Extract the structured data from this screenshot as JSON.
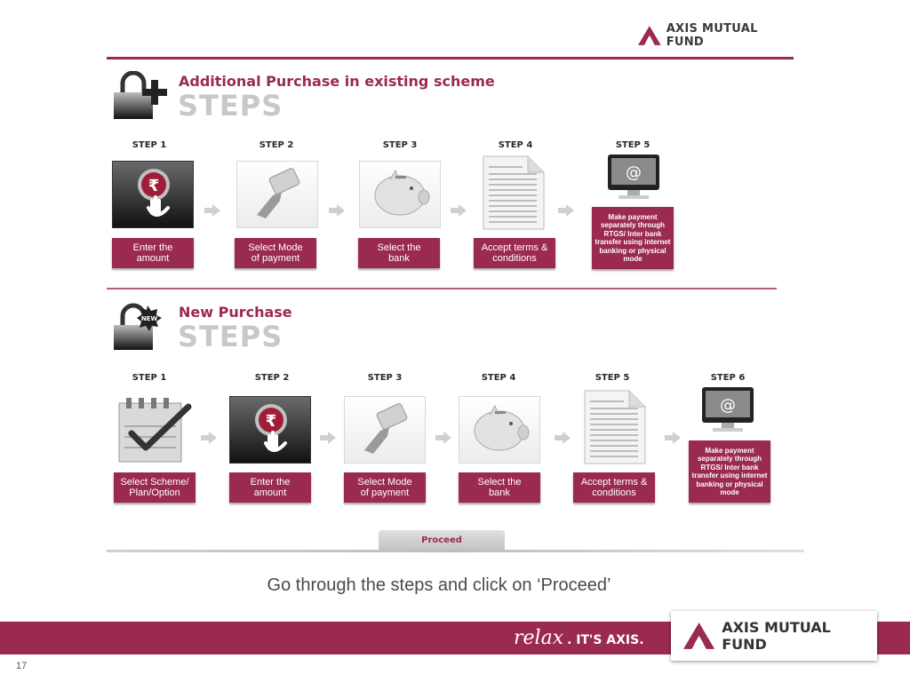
{
  "brand": {
    "name": "AXIS MUTUAL FUND",
    "color": "#9b2a4f",
    "tagline_relax": "relax",
    "tagline_axis": ". IT'S AXIS."
  },
  "section1": {
    "title": "Additional Purchase in existing scheme",
    "steps_word": "STEPS",
    "steps": [
      {
        "label": "STEP 1",
        "caption": "Enter the\namount",
        "icon": "rupee-touch-icon"
      },
      {
        "label": "STEP 2",
        "caption": "Select Mode\nof payment",
        "icon": "card-hand-icon"
      },
      {
        "label": "STEP 3",
        "caption": "Select the\nbank",
        "icon": "piggy-bank-icon"
      },
      {
        "label": "STEP 4",
        "caption": "Accept terms &\nconditions",
        "icon": "document-icon"
      },
      {
        "label": "STEP 5",
        "caption": "Make payment separately through RTGS/ Inter bank transfer using internet banking or physical mode",
        "icon": "monitor-at-icon"
      }
    ]
  },
  "section2": {
    "title": "New Purchase",
    "steps_word": "STEPS",
    "badge": "NEW",
    "steps": [
      {
        "label": "STEP 1",
        "caption": "Select Scheme/\nPlan/Option",
        "icon": "checklist-icon"
      },
      {
        "label": "STEP 2",
        "caption": "Enter the\namount",
        "icon": "rupee-touch-icon"
      },
      {
        "label": "STEP 3",
        "caption": "Select Mode\nof payment",
        "icon": "card-hand-icon"
      },
      {
        "label": "STEP 4",
        "caption": "Select the\nbank",
        "icon": "piggy-bank-icon"
      },
      {
        "label": "STEP 5",
        "caption": "Accept terms &\nconditions",
        "icon": "document-icon"
      },
      {
        "label": "STEP 6",
        "caption": "Make payment separately through RTGS/ Inter bank transfer using internet banking or physical mode",
        "icon": "monitor-at-icon"
      }
    ]
  },
  "proceed_label": "Proceed",
  "instruction": "Go through the steps and click on ‘Proceed’",
  "page_number": "17"
}
